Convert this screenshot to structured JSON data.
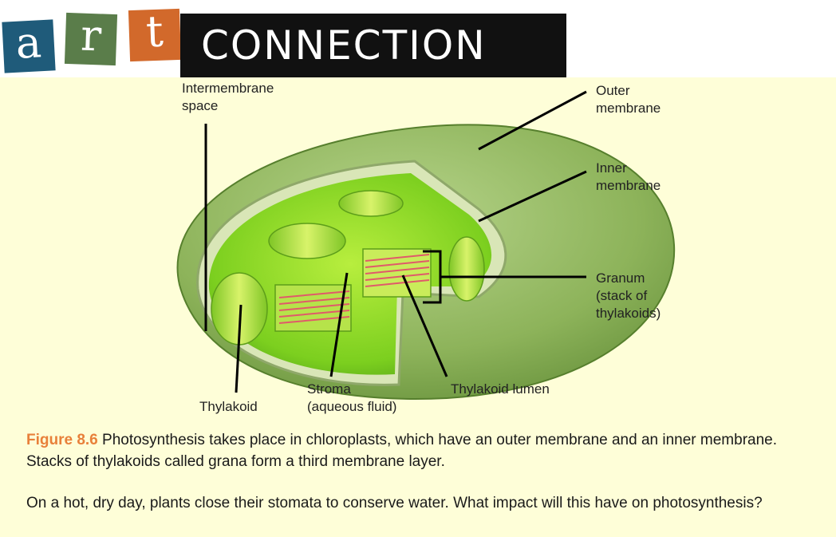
{
  "banner": {
    "tile_a": "a",
    "tile_r": "r",
    "tile_t": "t",
    "word": "CONNECTION",
    "colors": {
      "a": "#1f5b7a",
      "r": "#5a7d4a",
      "t": "#d2692b",
      "bar": "#111111"
    }
  },
  "diagram": {
    "labels": {
      "intermembrane_space": "Intermembrane\nspace",
      "outer_membrane": "Outer\nmembrane",
      "inner_membrane": "Inner\nmembrane",
      "granum": "Granum\n(stack of\nthylakoids)",
      "thylakoid": "Thylakoid",
      "stroma": "Stroma\n(aqueous fluid)",
      "thylakoid_lumen": "Thylakoid lumen"
    }
  },
  "caption": {
    "figure_label": "Figure 8.6",
    "text": " Photosynthesis takes place in chloroplasts, which have an outer membrane and an inner membrane. Stacks of thylakoids called grana form a third membrane layer."
  },
  "question": "On a hot, dry day, plants close their stomata to conserve water. What impact will this have on photosynthesis?",
  "colors": {
    "panel_bg": "#fefed8",
    "figure_label": "#e8803a"
  }
}
